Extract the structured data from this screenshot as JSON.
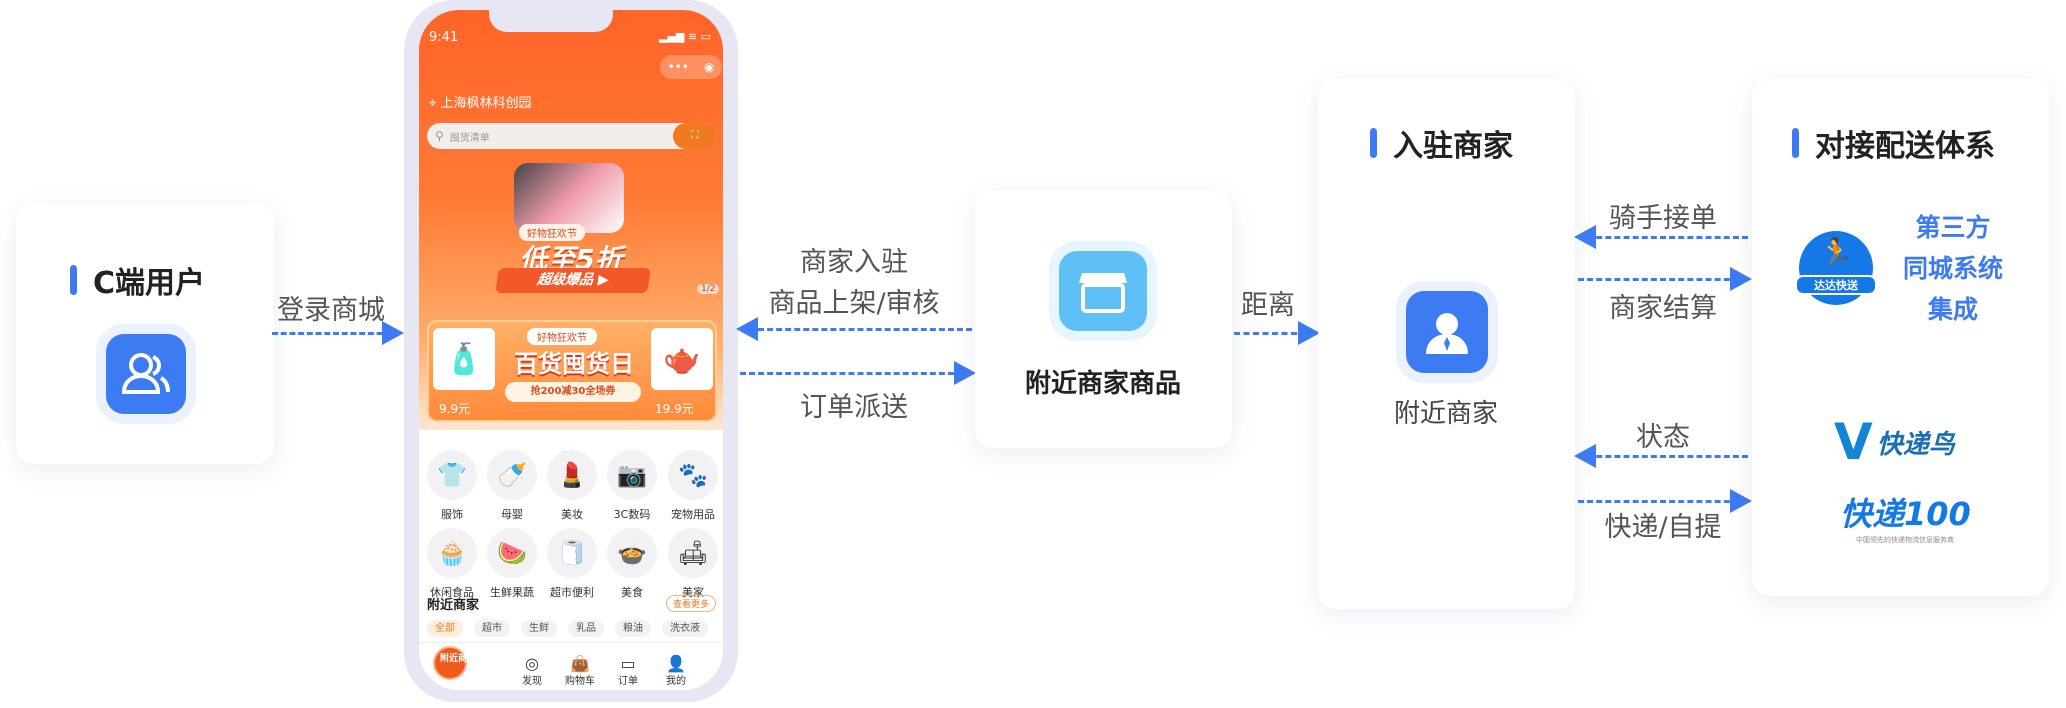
{
  "c_user": {
    "title": "C端用户",
    "icon": "users-icon"
  },
  "login_arrow": "登录商城",
  "phone": {
    "time": "9:41",
    "location": "上海枫林科创园",
    "search_placeholder": "囤货清单",
    "banner": {
      "tag": "好物狂欢节",
      "headline": "低至5折",
      "button": "超级爆品",
      "pager": "1/2"
    },
    "promo": {
      "tag": "好物狂欢节",
      "headline": "百货囤货日",
      "coupon": "抢200减30全场券",
      "left_price": "9.9元",
      "right_price": "19.9元"
    },
    "categories": [
      {
        "label": "服饰",
        "icon": "👕"
      },
      {
        "label": "母婴",
        "icon": "🍼"
      },
      {
        "label": "美妆",
        "icon": "💄"
      },
      {
        "label": "3C数码",
        "icon": "📷"
      },
      {
        "label": "宠物用品",
        "icon": "🐾"
      },
      {
        "label": "休闲食品",
        "icon": "🧁"
      },
      {
        "label": "生鲜果蔬",
        "icon": "🍉"
      },
      {
        "label": "超市便利",
        "icon": "🧻"
      },
      {
        "label": "美食",
        "icon": "🍲"
      },
      {
        "label": "美家",
        "icon": "🛋"
      }
    ],
    "nearby_title": "附近商家",
    "more": "查看更多",
    "chips": [
      "全部",
      "超市",
      "生鲜",
      "乳品",
      "粮油",
      "洗衣液"
    ],
    "nav": [
      {
        "label": "附近商家"
      },
      {
        "label": "发现",
        "icon": "◎"
      },
      {
        "label": "购物车",
        "icon": "👜"
      },
      {
        "label": "订单",
        "icon": "▭"
      },
      {
        "label": "我的",
        "icon": "👤"
      }
    ]
  },
  "mid_arrows": {
    "left_top": "商家入驻",
    "left_bottom": "商品上架/审核",
    "right": "订单派送"
  },
  "goods": {
    "label": "附近商家商品",
    "icon": "store-icon"
  },
  "distance": "距离",
  "merchant": {
    "title": "入驻商家",
    "label": "附近商家",
    "icon": "person-icon"
  },
  "right_arrows": {
    "rider": "骑手接单",
    "settle": "商家结算",
    "status": "状态",
    "express": "快递/自提"
  },
  "delivery": {
    "title": "对接配送体系",
    "third_party": [
      "第三方",
      "同城系统",
      "集成"
    ],
    "dada": "达达快送",
    "kdn": "快递鸟",
    "kd100": "快递100",
    "kd100_slogan": "中国领先的快递物流信息服务商"
  },
  "colors": {
    "accent": "#3D7BF2",
    "orange": "#FF6428"
  }
}
